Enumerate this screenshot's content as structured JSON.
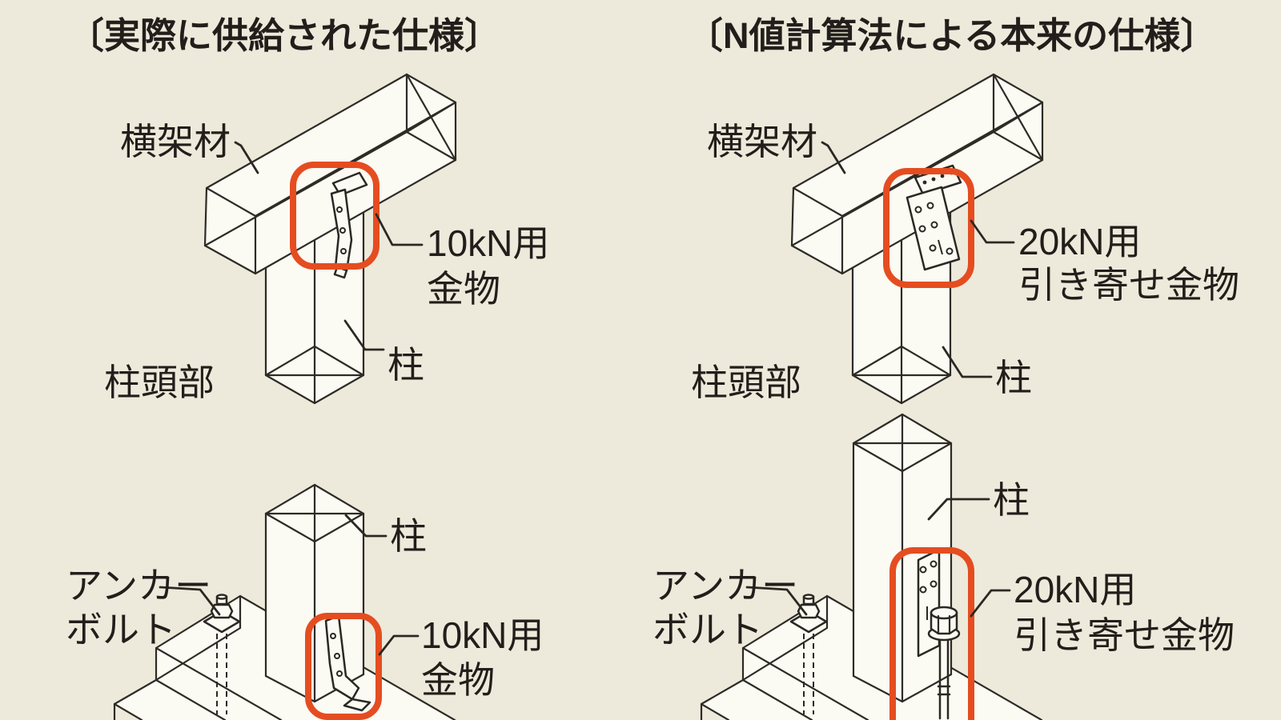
{
  "colors": {
    "background": "#edeadb",
    "line": "#2e2b26",
    "accent_red": "#e54d20",
    "text": "#221e1b",
    "face": "#fbfaf3"
  },
  "left_panel": {
    "title": "〔実際に供給された仕様〕",
    "top_diagram": {
      "beam_label": "横架材",
      "column_head_label": "柱頭部",
      "column_label": "柱",
      "hardware_label_line1": "10kN用",
      "hardware_label_line2": "金物"
    },
    "bottom_diagram": {
      "anchor_label_line1": "アンカー",
      "anchor_label_line2": "ボルト",
      "column_label": "柱",
      "hardware_label_line1": "10kN用",
      "hardware_label_line2": "金物"
    }
  },
  "right_panel": {
    "title": "〔N値計算法による本来の仕様〕",
    "top_diagram": {
      "beam_label": "横架材",
      "column_head_label": "柱頭部",
      "column_label": "柱",
      "hardware_label_line1": "20kN用",
      "hardware_label_line2": "引き寄せ金物"
    },
    "bottom_diagram": {
      "anchor_label_line1": "アンカー",
      "anchor_label_line2": "ボルト",
      "column_label": "柱",
      "hardware_label_line1": "20kN用",
      "hardware_label_line2": "引き寄せ金物"
    }
  }
}
